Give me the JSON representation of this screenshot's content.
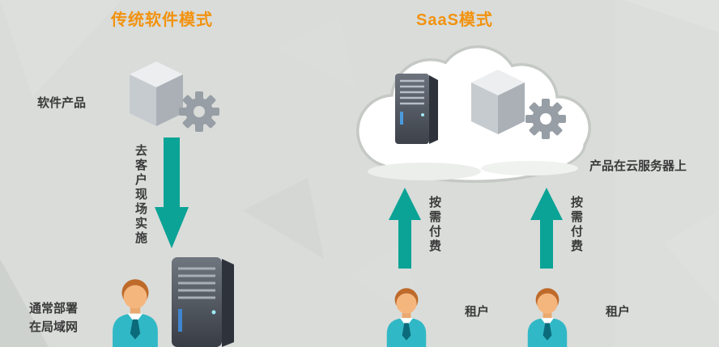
{
  "page": {
    "kind": "comparison-diagram"
  },
  "left": {
    "title": "传统软件模式",
    "product_label": "软件产品",
    "arrow_label": "去客户现场实施",
    "deployment_label": "通常部署\n在局域网"
  },
  "right": {
    "title": "SaaS模式",
    "cloud_label": "产品在云服务器上",
    "arrows": [
      {
        "label": "按需付费"
      },
      {
        "label": "按需付费"
      }
    ],
    "tenants": [
      {
        "label": "租户"
      },
      {
        "label": "租户"
      }
    ]
  },
  "colors": {
    "background": "#D9DCD9",
    "title_orange": "#F2920F",
    "arrow_teal": "#0BA396",
    "text": "#3A3A3A",
    "cloud_white": "#FFFFFF",
    "cloud_outline": "#C5C9C5",
    "server_dark": "#3C414A",
    "cube_gray": "#C6CBCF",
    "gear_gray": "#979EA5",
    "avatar_shirt": "#31B8C6",
    "avatar_hair": "#BE6A2A",
    "avatar_skin": "#F5B67E"
  },
  "icons": {
    "software_product": "cube-gear-icon",
    "cloud": "cloud-icon",
    "server": "server-tower-icon",
    "person": "person-avatar-icon",
    "down_arrow": "down-arrow-icon",
    "up_arrow": "up-arrow-icon"
  }
}
